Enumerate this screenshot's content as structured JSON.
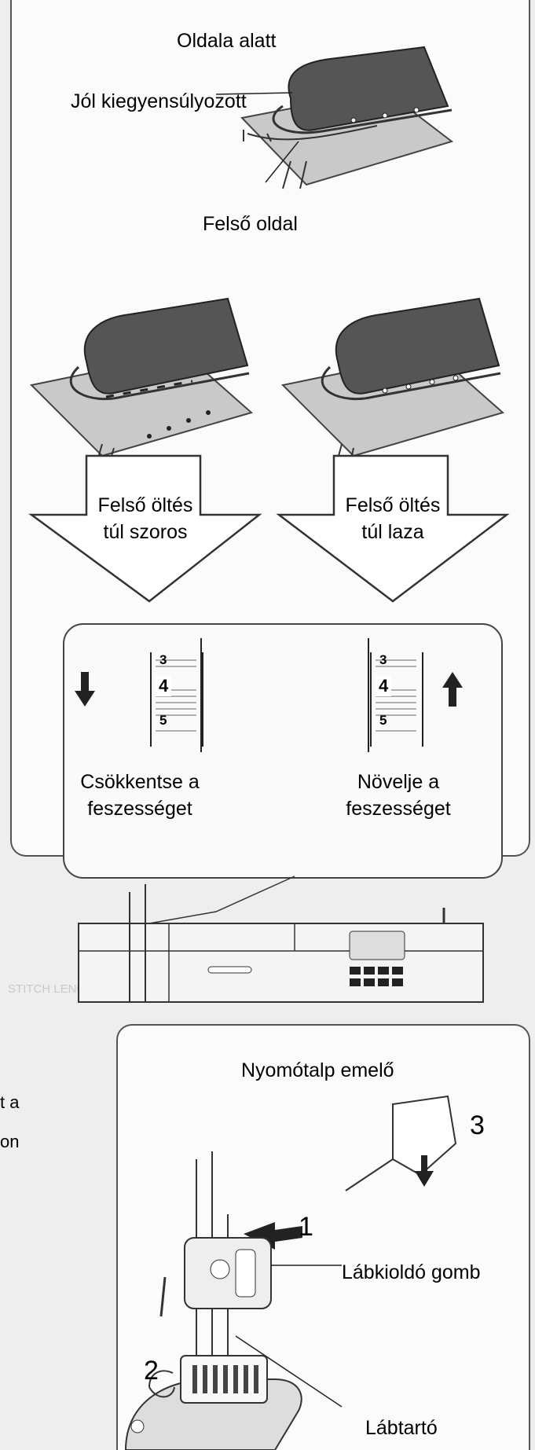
{
  "labels": {
    "under_side": "Oldala alatt",
    "well_balanced": "Jól kiegyensúlyozott",
    "upper_side": "Felső oldal",
    "too_tight": "Felső öltés\ntúl szoros",
    "too_loose": "Felső öltés\ntúl laza",
    "decrease": "Csökkentse a\nfeszességet",
    "increase": "Növelje a\nfeszességet",
    "presser_lifter": "Nyomótalp emelő",
    "release_button": "Lábkioldó gomb",
    "foot_holder": "Lábtartó"
  },
  "tension_dial": {
    "left_numbers": [
      "3",
      "4",
      "5"
    ],
    "right_numbers": [
      "3",
      "4",
      "5"
    ]
  },
  "step_numbers": [
    "1",
    "2",
    "3"
  ],
  "edge_fragments": [
    "t a",
    "on"
  ]
}
